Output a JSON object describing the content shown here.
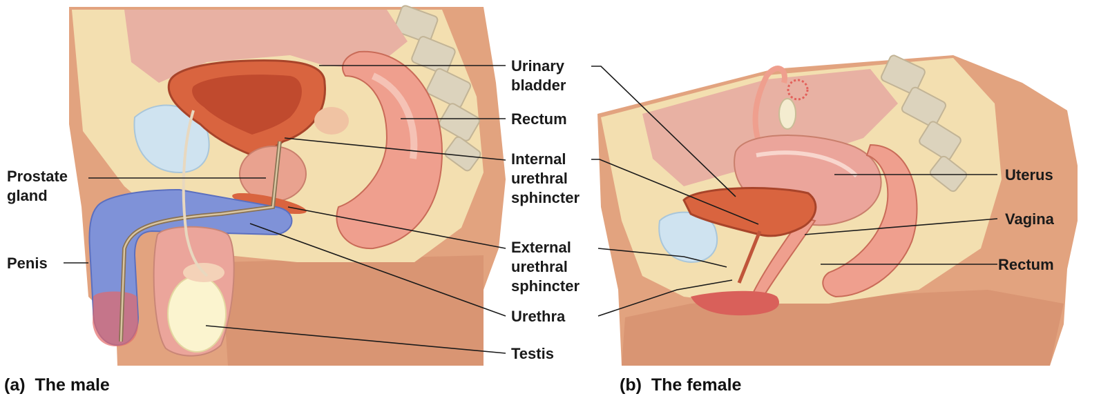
{
  "panels": {
    "male": {
      "caption": "(a)  The male",
      "labels": {
        "urinary_bladder": [
          "Urinary",
          "bladder"
        ],
        "rectum": "Rectum",
        "prostate_gland": [
          "Prostate",
          "gland"
        ],
        "internal_urethral_sphincter": [
          "Internal",
          "urethral",
          "sphincter"
        ],
        "penis": "Penis",
        "external_urethral_sphincter": [
          "External",
          "urethral",
          "sphincter"
        ],
        "urethra": "Urethra",
        "testis": "Testis"
      }
    },
    "female": {
      "caption": "(b)  The female",
      "labels": {
        "uterus": "Uterus",
        "vagina": "Vagina",
        "rectum": "Rectum"
      }
    }
  },
  "colors": {
    "background": "#ffffff",
    "skin": "#e2a37f",
    "skin_dark": "#c98866",
    "fat": "#f3dfb0",
    "bone": "#dcd3bd",
    "bladder": "#d9643f",
    "bladder_inner": "#c04a2e",
    "penis_blue": "#7f92d8",
    "pink_tissue": "#eba59b",
    "light_blue": "#cfe3f0",
    "testis": "#fbf4cf",
    "label_text": "#1a1a1a"
  }
}
